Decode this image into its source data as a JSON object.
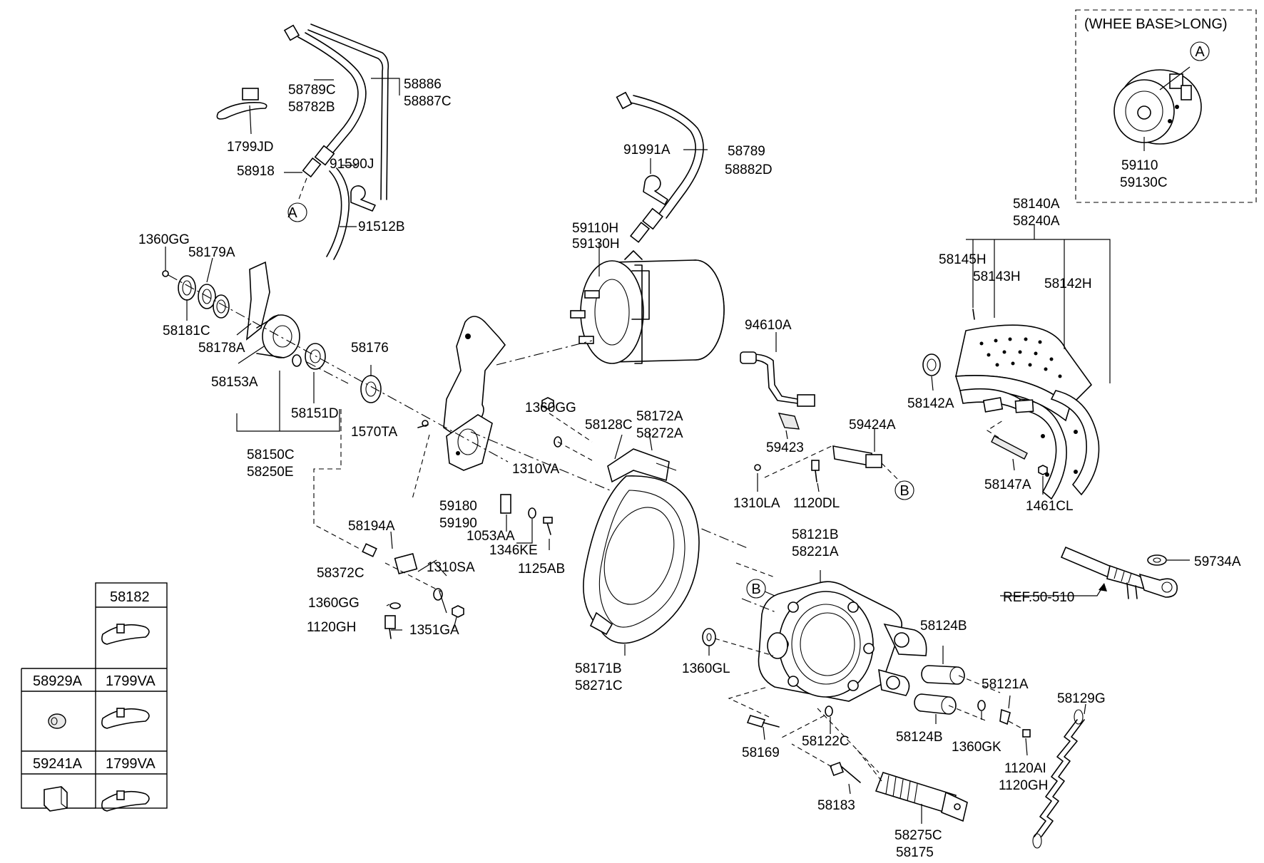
{
  "callouts": {
    "p58789C": "58789C",
    "p58782B": "58782B",
    "p58886": "58886",
    "p58887C": "58887C",
    "p1799JD": "1799JD",
    "p58918": "58918",
    "p91590J": "91590J",
    "p91512B": "91512B",
    "p91991A": "91991A",
    "p58789": "58789",
    "p58882D": "58882D",
    "p59110H": "59110H",
    "p59130H": "59130H",
    "p1360GG_a": "1360GG",
    "p58179A": "58179A",
    "p58181C": "58181C",
    "p58178A": "58178A",
    "p58153A": "58153A",
    "p58176": "58176",
    "p58151D": "58151D",
    "p58150C": "58150C",
    "p58250E": "58250E",
    "p1570TA": "1570TA",
    "p1360GG_b": "1360GG",
    "p58128C": "58128C",
    "p58172A": "58172A",
    "p58272A": "58272A",
    "p1310VA": "1310VA",
    "p59180": "59180",
    "p59190": "59190",
    "p1053AA": "1053AA",
    "p1346KE": "1346KE",
    "p1125AB": "1125AB",
    "p58194A": "58194A",
    "p58372C": "58372C",
    "p1310SA": "1310SA",
    "p1360GG_c": "1360GG",
    "p1120GH_a": "1120GH",
    "p1351GA": "1351GA",
    "p58171B": "58171B",
    "p58271C": "58271C",
    "p94610A": "94610A",
    "p59423": "59423",
    "p59424A": "59424A",
    "p1310LA": "1310LA",
    "p1120DL": "1120DL",
    "p58121B": "58121B",
    "p58221A": "58221A",
    "p1360GL": "1360GL",
    "p58124B_a": "58124B",
    "p58124B_b": "58124B",
    "p58121A": "58121A",
    "p1360GK": "1360GK",
    "p1120AI": "1120AI",
    "p1120GH_b": "1120GH",
    "p58169": "58169",
    "p58122C": "58122C",
    "p58183": "58183",
    "p58275C": "58275C",
    "p58175": "58175",
    "p58129G": "58129G",
    "p58140A": "58140A",
    "p58240A": "58240A",
    "p58145H": "58145H",
    "p58143H": "58143H",
    "p58142H": "58142H",
    "p58142A": "58142A",
    "p58147A": "58147A",
    "p1461CL": "1461CL",
    "p59734A": "59734A",
    "ref": "REF.50-510",
    "p59110": "59110",
    "p59130C": "59130C"
  },
  "markers": {
    "a1": "A",
    "a2": "A",
    "b1": "B",
    "b2": "B"
  },
  "inset": {
    "title": "(WHEE BASE>LONG)"
  },
  "legend": {
    "h1": "58182",
    "h2": "58929A",
    "h3": "1799VA",
    "h4": "59241A",
    "h5": "1799VA"
  }
}
